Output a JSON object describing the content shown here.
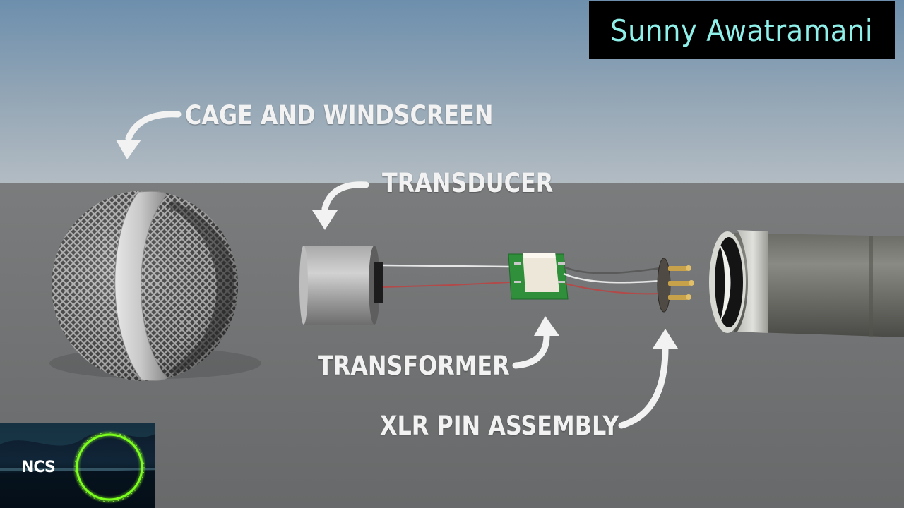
{
  "labels": {
    "cage": "CAGE AND WINDSCREEN",
    "transducer": "TRANSDUCER",
    "transformer": "TRANSFORMER",
    "xlr": "XLR PIN ASSEMBLY"
  },
  "watermark": {
    "text": "Sunny Awatramani",
    "text_color": "#8ff0e9"
  },
  "ncs": {
    "logo_text": "NCS",
    "ring_color": "#7dff1e"
  },
  "colors": {
    "sky_top": "#6d8fad",
    "sky_bottom": "#b3bcc3",
    "floor": "#6f7173",
    "label_text": "#f2f2f2"
  }
}
